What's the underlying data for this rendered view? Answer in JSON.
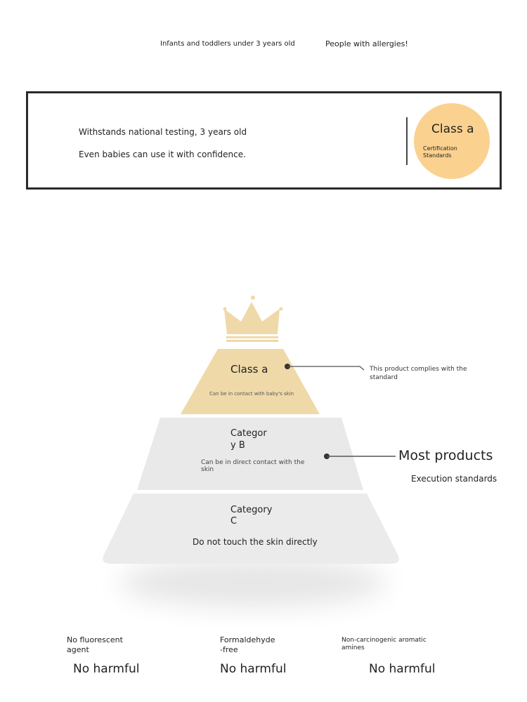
{
  "top": {
    "infants": "Infants and toddlers under 3 years old",
    "allergies": "People with allergies!"
  },
  "banner": {
    "line1": "Withstands national testing, 3 years old",
    "line2": "Even babies can use it with confidence.",
    "badge_title": "Class a",
    "badge_sub1": "Certification",
    "badge_sub2": "Standards"
  },
  "pyramid": {
    "tiers": [
      {
        "title": "Class a",
        "desc": "Can be in contact with baby's skin",
        "color": "#efd9a8"
      },
      {
        "title1": "Categor",
        "title2": "y B",
        "desc1": "Can be in direct contact with the",
        "desc2": "skin",
        "color": "#e9e9e9"
      },
      {
        "title1": "Category",
        "title2": "C",
        "desc": "Do not touch the skin directly",
        "color": "#ebebeb"
      }
    ],
    "callout_a1": "This product complies with the",
    "callout_a2": "standard",
    "callout_b": "Most products",
    "callout_b_sub": "Execution standards"
  },
  "features": [
    {
      "label1": "No fluorescent",
      "label2": "agent",
      "value": "No harmful"
    },
    {
      "label1": "Formaldehyde",
      "label2": "-free",
      "value": "No harmful"
    },
    {
      "label1": "Non-carcinogenic aromatic",
      "label2": "amines",
      "value": "No harmful"
    }
  ]
}
